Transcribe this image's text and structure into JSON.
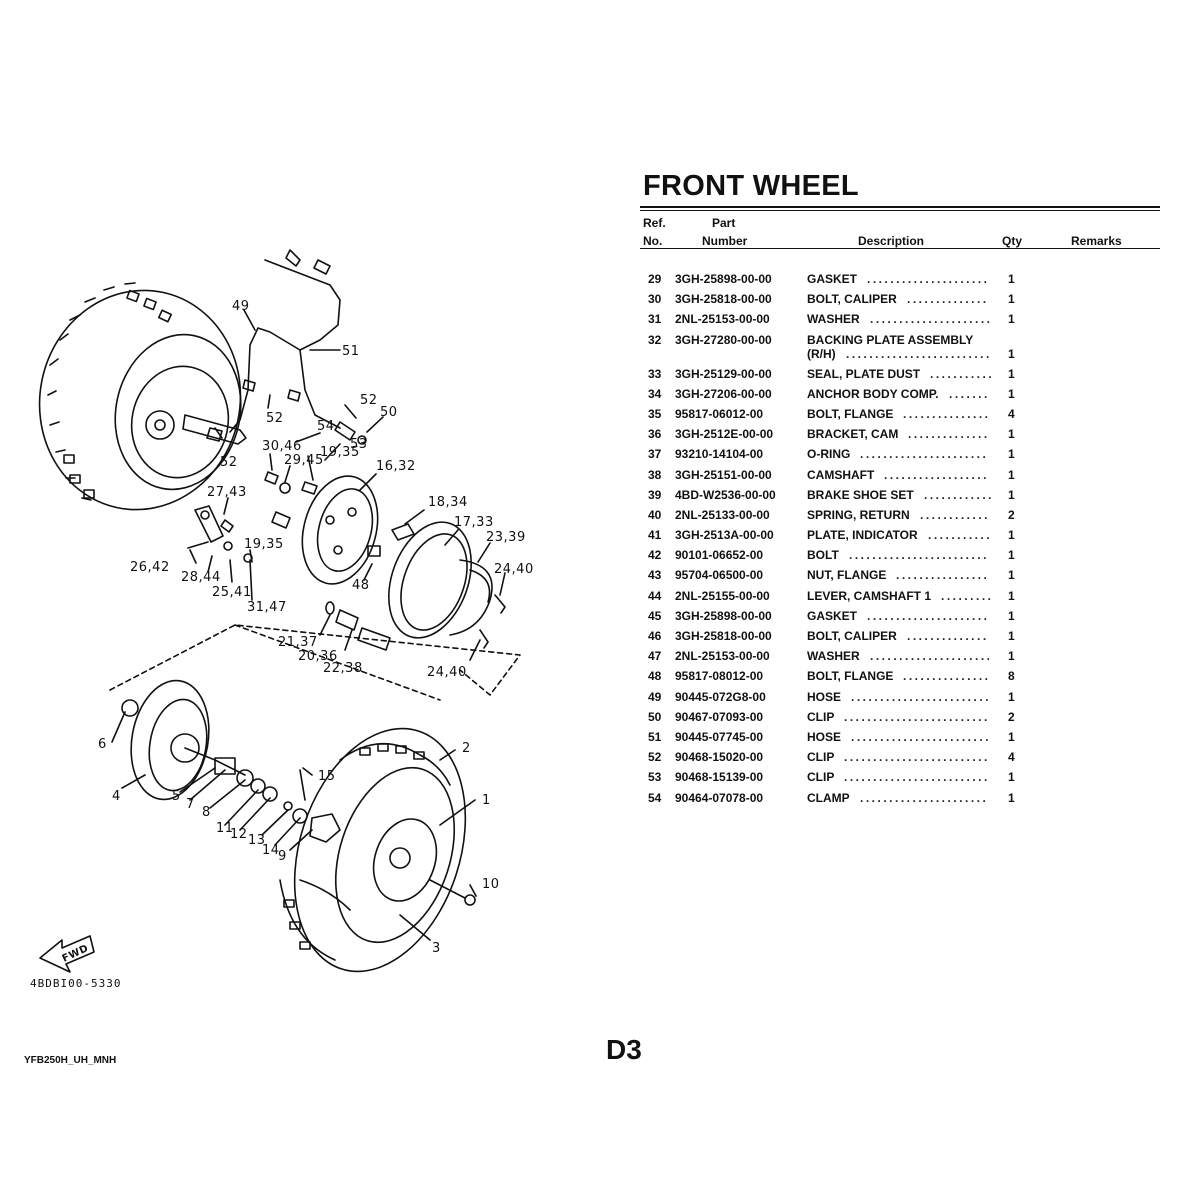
{
  "header": {
    "title": "FRONT WHEEL",
    "col_ref_1": "Ref.",
    "col_ref_2": "No.",
    "col_part_1": "Part",
    "col_part_2": "Number",
    "col_desc": "Description",
    "col_qty": "Qty",
    "col_remarks": "Remarks"
  },
  "parts": [
    {
      "ref": "29",
      "part": "3GH-25898-00-00",
      "desc": "GASKET",
      "qty": "1"
    },
    {
      "ref": "30",
      "part": "3GH-25818-00-00",
      "desc": "BOLT, CALIPER",
      "qty": "1"
    },
    {
      "ref": "31",
      "part": "2NL-25153-00-00",
      "desc": "WASHER",
      "qty": "1"
    },
    {
      "ref": "32",
      "part": "3GH-27280-00-00",
      "desc": "BACKING PLATE ASSEMBLY",
      "desc2": "(R/H)",
      "qty": "1"
    },
    {
      "ref": "33",
      "part": "3GH-25129-00-00",
      "desc": "SEAL, PLATE DUST",
      "qty": "1"
    },
    {
      "ref": "34",
      "part": "3GH-27206-00-00",
      "desc": "ANCHOR BODY COMP.",
      "qty": "1"
    },
    {
      "ref": "35",
      "part": "95817-06012-00",
      "desc": "BOLT, FLANGE",
      "qty": "4"
    },
    {
      "ref": "36",
      "part": "3GH-2512E-00-00",
      "desc": "BRACKET, CAM",
      "qty": "1"
    },
    {
      "ref": "37",
      "part": "93210-14104-00",
      "desc": "O-RING",
      "qty": "1"
    },
    {
      "ref": "38",
      "part": "3GH-25151-00-00",
      "desc": "CAMSHAFT",
      "qty": "1"
    },
    {
      "ref": "39",
      "part": "4BD-W2536-00-00",
      "desc": "BRAKE SHOE SET",
      "qty": "1"
    },
    {
      "ref": "40",
      "part": "2NL-25133-00-00",
      "desc": "SPRING, RETURN",
      "qty": "2"
    },
    {
      "ref": "41",
      "part": "3GH-2513A-00-00",
      "desc": "PLATE, INDICATOR",
      "qty": "1"
    },
    {
      "ref": "42",
      "part": "90101-06652-00",
      "desc": "BOLT",
      "qty": "1"
    },
    {
      "ref": "43",
      "part": "95704-06500-00",
      "desc": "NUT, FLANGE",
      "qty": "1"
    },
    {
      "ref": "44",
      "part": "2NL-25155-00-00",
      "desc": "LEVER, CAMSHAFT 1",
      "qty": "1"
    },
    {
      "ref": "45",
      "part": "3GH-25898-00-00",
      "desc": "GASKET",
      "qty": "1"
    },
    {
      "ref": "46",
      "part": "3GH-25818-00-00",
      "desc": "BOLT, CALIPER",
      "qty": "1"
    },
    {
      "ref": "47",
      "part": "2NL-25153-00-00",
      "desc": "WASHER",
      "qty": "1"
    },
    {
      "ref": "48",
      "part": "95817-08012-00",
      "desc": "BOLT, FLANGE",
      "qty": "8"
    },
    {
      "ref": "49",
      "part": "90445-072G8-00",
      "desc": "HOSE",
      "qty": "1"
    },
    {
      "ref": "50",
      "part": "90467-07093-00",
      "desc": "CLIP",
      "qty": "2"
    },
    {
      "ref": "51",
      "part": "90445-07745-00",
      "desc": "HOSE",
      "qty": "1"
    },
    {
      "ref": "52",
      "part": "90468-15020-00",
      "desc": "CLIP",
      "qty": "4"
    },
    {
      "ref": "53",
      "part": "90468-15139-00",
      "desc": "CLIP",
      "qty": "1"
    },
    {
      "ref": "54",
      "part": "90464-07078-00",
      "desc": "CLAMP",
      "qty": "1"
    }
  ],
  "diagram": {
    "labels": [
      "54",
      "53",
      "49",
      "51",
      "52",
      "52",
      "52",
      "50",
      "30,46",
      "19,35",
      "29,45",
      "16,32",
      "27,43",
      "18,34",
      "17,33",
      "23,39",
      "19,35",
      "26,42",
      "28,44",
      "25,41",
      "31,47",
      "48",
      "24,40",
      "21,37",
      "20,36",
      "22,38",
      "24,40",
      "2",
      "6",
      "15",
      "1",
      "4",
      "5",
      "7",
      "8",
      "11",
      "12",
      "13",
      "14",
      "9",
      "10",
      "3"
    ],
    "fwd_label": "FWD",
    "drawing_code": "4BDBI00-5330"
  },
  "footer": {
    "model": "YFB250H_UH_MNH",
    "page": "D3"
  }
}
